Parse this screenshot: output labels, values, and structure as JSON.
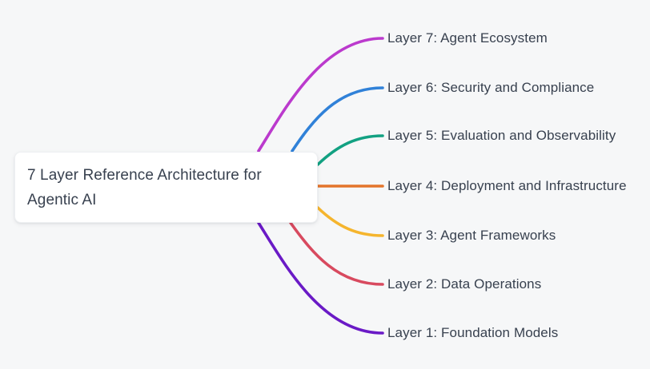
{
  "canvas": {
    "background": "#f6f7f8"
  },
  "root": {
    "title": "7 Layer Reference Architecture for Agentic AI",
    "background": "#ffffff",
    "text_color": "#38414f"
  },
  "branches": [
    {
      "label": "Layer 7: Agent Ecosystem",
      "color": "#bb3acd"
    },
    {
      "label": "Layer 6: Security and Compliance",
      "color": "#3081d8"
    },
    {
      "label": "Layer 5: Evaluation and Observability",
      "color": "#12a182"
    },
    {
      "label": "Layer 4: Deployment and Infrastructure",
      "color": "#e3752c"
    },
    {
      "label": "Layer 3: Agent Frameworks",
      "color": "#f5b52e"
    },
    {
      "label": "Layer 2: Data Operations",
      "color": "#d84a5f"
    },
    {
      "label": "Layer 1: Foundation Models",
      "color": "#6a1ac6"
    }
  ]
}
